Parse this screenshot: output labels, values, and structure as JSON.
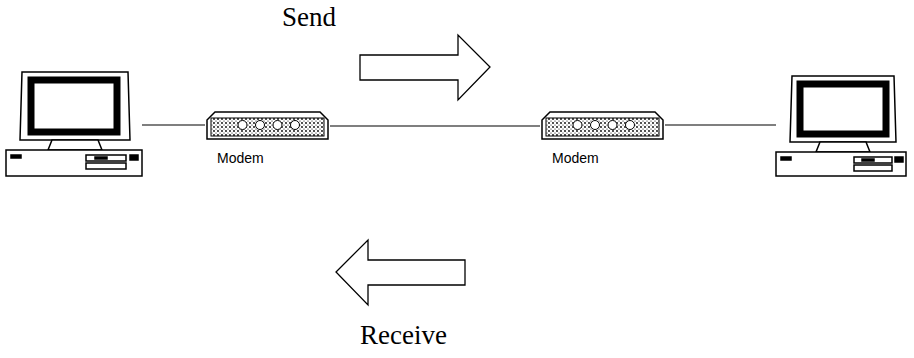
{
  "diagram": {
    "nodes": [
      {
        "text": [
          "Modem"
        ]
      },
      {
        "text": [
          "Modem"
        ]
      }
    ],
    "edges": [
      {
        "from": 0,
        "to": 1,
        "arrow": "none"
      }
    ],
    "labels": [
      "Send",
      "Receive"
    ]
  }
}
